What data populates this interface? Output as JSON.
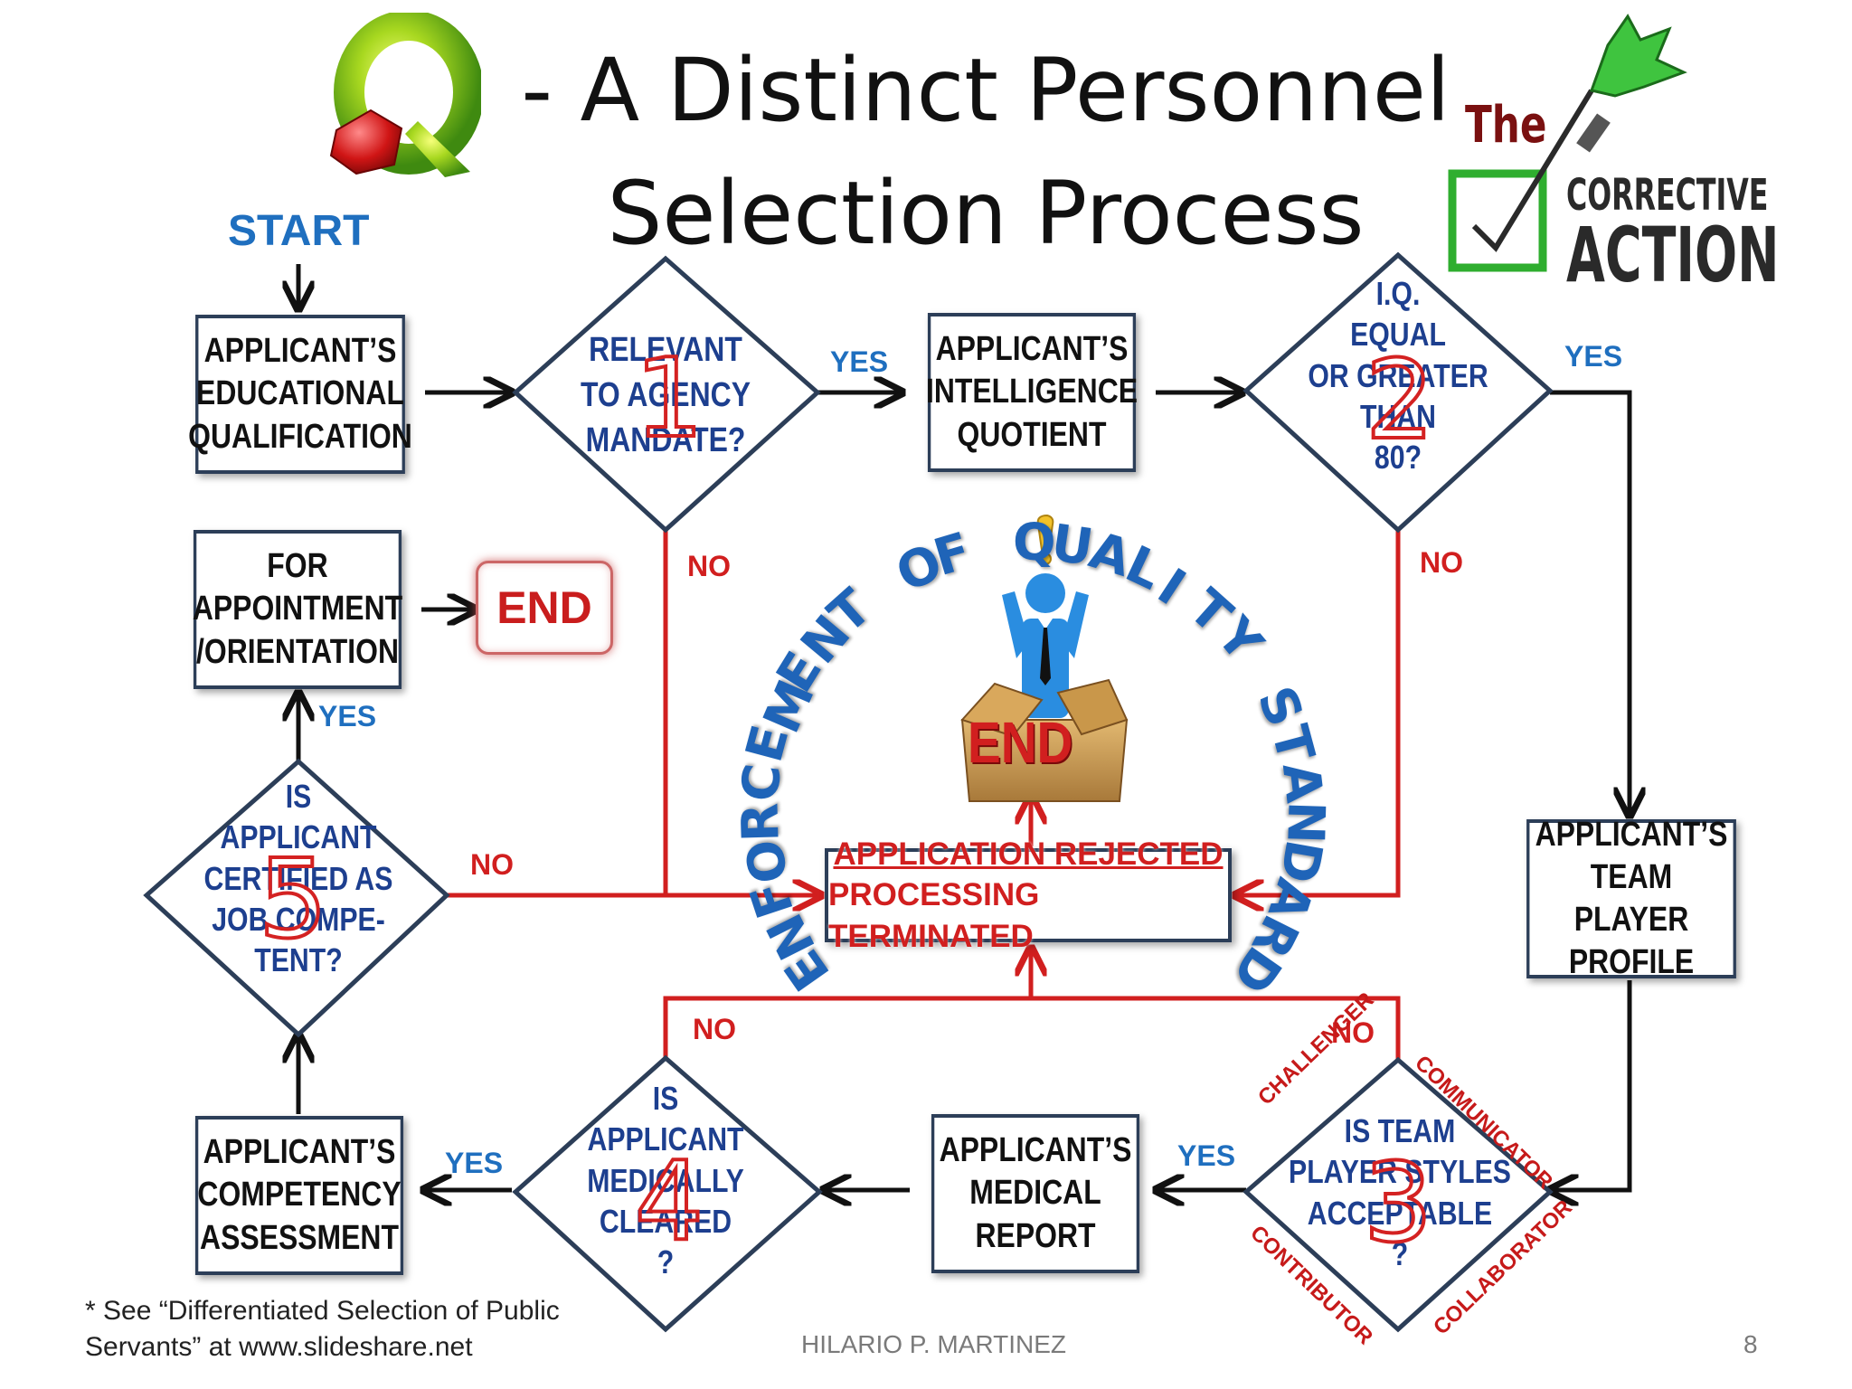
{
  "title": {
    "line1": "- A Distinct Personnel",
    "line2": "Selection Process"
  },
  "start_label": "START",
  "boxes": {
    "educational": "APPLICANT’S\nEDUCATIONAL\nQUALIFICATION",
    "intelligence": "APPLICANT’S\nINTELLIGENCE\nQUOTIENT",
    "team_profile": "APPLICANT’S\nTEAM PLAYER\nPROFILE",
    "medical_report": "APPLICANT’S\nMEDICAL\nREPORT",
    "competency": "APPLICANT’S\nCOMPETENCY\nASSESSMENT",
    "appointment": "FOR\nAPPOINTMENT\n/ORIENTATION"
  },
  "decisions": {
    "d1": {
      "text": "RELEVANT\nTO AGENCY\nMANDATE?",
      "number": "1"
    },
    "d2": {
      "text": "I.Q.\nEQUAL\nOR GREATER\nTHAN\n80?",
      "number": "2"
    },
    "d3": {
      "text": "IS TEAM\nPLAYER STYLES\nACCEPTABLE\n?",
      "number": "3"
    },
    "d4": {
      "text": "IS\nAPPLICANT\nMEDICALLY\nCLEARED\n?",
      "number": "4"
    },
    "d5": {
      "text": "IS\nAPPLICANT\nCERTIFIED AS\nJOB COMPE-\nTENT?",
      "number": "5"
    }
  },
  "labels": {
    "yes": "YES",
    "no": "NO"
  },
  "end_label": "END",
  "rejected": {
    "line1": "APPLICATION REJECTED",
    "line2": "PROCESSING TERMINATED"
  },
  "ring_text": "ENFORCEMENT OF QUALITY STANDARD",
  "team_styles": [
    "CHALLENGER",
    "COMMUNICATOR",
    "CONTRIBUTOR",
    "COLLABORATOR"
  ],
  "logo": {
    "the": "The",
    "corrective": "CORRECTIVE",
    "action": "ACTION"
  },
  "footnote": "* See “Differentiated Selection of Public\nServants” at www.slideshare.net",
  "author": "HILARIO P. MARTINEZ",
  "page_number": "8",
  "colors": {
    "box_border": "#2c3e58",
    "yes": "#1f6fbf",
    "no": "#d11f1f",
    "ring": "#1f64b8",
    "number": "#d42222"
  }
}
